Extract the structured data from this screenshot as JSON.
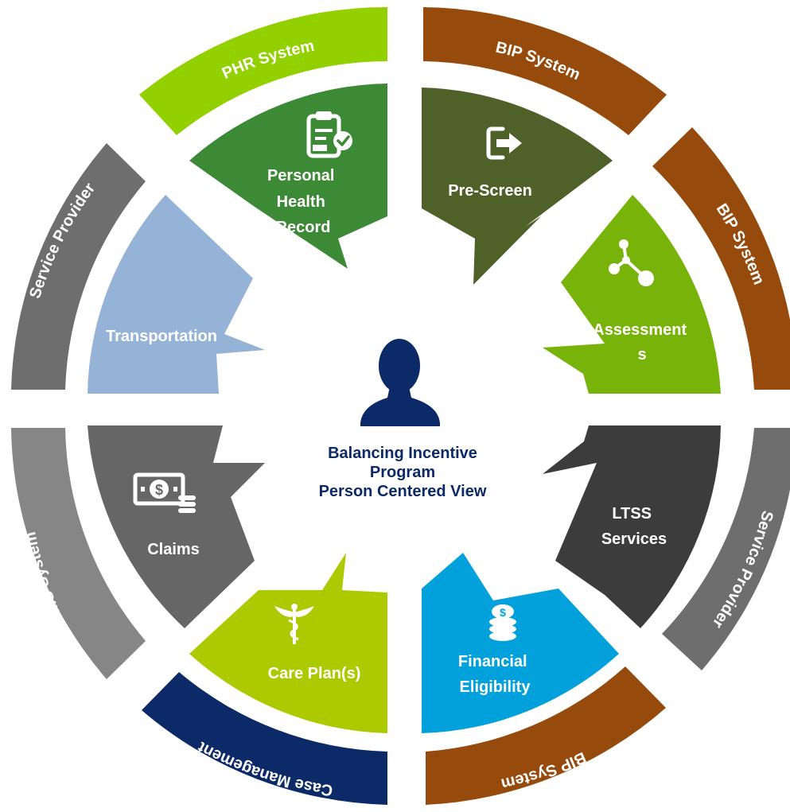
{
  "center": {
    "icon": "person-silhouette-icon",
    "title_lines": [
      "Balancing Incentive",
      "Program",
      "Person Centered View"
    ]
  },
  "outer_ring": [
    {
      "key": "phr",
      "label": "PHR System",
      "color": "#92d000"
    },
    {
      "key": "bip_top",
      "label": "BIP System",
      "color": "#964a0b"
    },
    {
      "key": "bip_right",
      "label": "BIP System",
      "color": "#964a0b"
    },
    {
      "key": "sp_right",
      "label": "Service Provider",
      "color": "#6e6e6e"
    },
    {
      "key": "bip_bottom",
      "label": "BIP System",
      "color": "#964a0b"
    },
    {
      "key": "case_mgmt",
      "label": "Case Management",
      "color": "#0d2a68"
    },
    {
      "key": "mmis",
      "label": "MMIS System",
      "color": "#868686"
    },
    {
      "key": "sp_left",
      "label": "Service Provider",
      "color": "#6e6e6e"
    }
  ],
  "inner_segments": [
    {
      "key": "phr",
      "lines": [
        "Personal",
        "Health",
        "Record"
      ],
      "icon": "clipboard-check-icon",
      "color": "#3d8a36"
    },
    {
      "key": "prescreen",
      "lines": [
        "Pre-Screen"
      ],
      "icon": "sign-out-icon",
      "color": "#4f6129"
    },
    {
      "key": "assessments",
      "lines": [
        "Assessment",
        "s"
      ],
      "icon": "share-nodes-icon",
      "color": "#78b30a"
    },
    {
      "key": "ltss",
      "lines": [
        "LTSS",
        "Services"
      ],
      "icon": "",
      "color": "#3c3c3c"
    },
    {
      "key": "financial",
      "lines": [
        "Financial",
        "Eligibility"
      ],
      "icon": "coin-stack-icon",
      "color": "#03a1dc"
    },
    {
      "key": "careplan",
      "lines": [
        "Care Plan(s)"
      ],
      "icon": "caduceus-icon",
      "color": "#adc900"
    },
    {
      "key": "claims",
      "lines": [
        "Claims"
      ],
      "icon": "money-bill-icon",
      "color": "#666666"
    },
    {
      "key": "transport",
      "lines": [
        "Transportation"
      ],
      "icon": "",
      "color": "#95b3d7"
    }
  ]
}
